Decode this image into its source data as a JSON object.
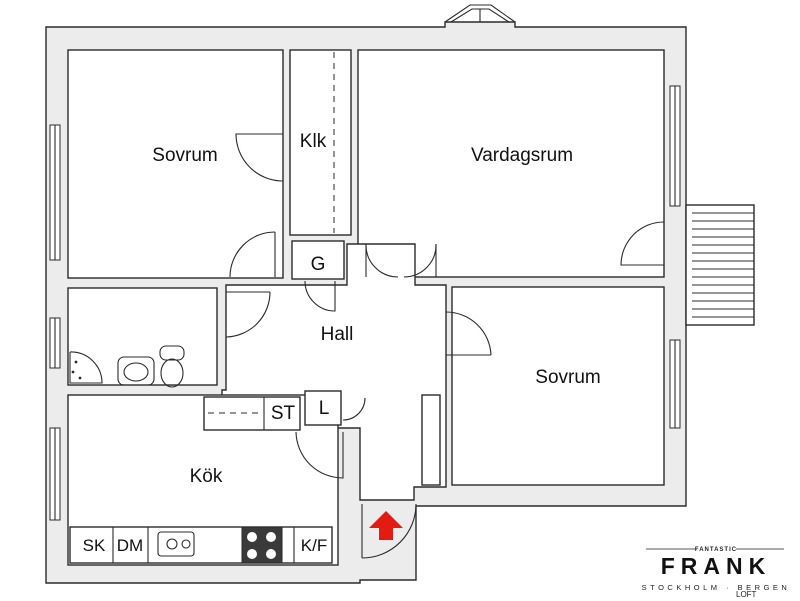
{
  "rooms": {
    "bedroom_left": "Sovrum",
    "closet": "Klk",
    "living_room": "Vardagsrum",
    "wardrobe": "G",
    "hall": "Hall",
    "bedroom_right": "Sovrum",
    "storage": "ST",
    "linen": "L",
    "kitchen": "Kök"
  },
  "fixtures": {
    "sink_cabinet": "SK",
    "dishwasher": "DM",
    "fridge_freezer": "K/F"
  },
  "colors": {
    "entrance_arrow": "#e41b13",
    "wall_fill": "#ececec"
  },
  "logo": {
    "tagline": "FANTASTIC",
    "name": "FRANK",
    "city": "STOCKHOLM · BERGEN",
    "partner": "LOFT"
  }
}
